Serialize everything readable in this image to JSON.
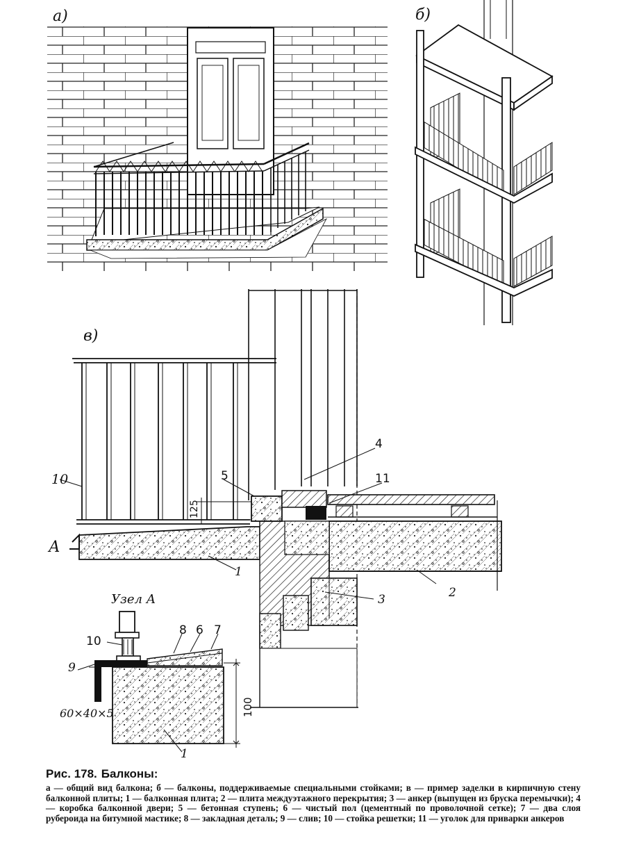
{
  "panels": {
    "a": "а)",
    "b": "б)",
    "c": "в)"
  },
  "node_title": "Узел А",
  "section_mark": "А",
  "callouts": {
    "n1": "1",
    "n2": "2",
    "n3": "3",
    "n4": "4",
    "n5": "5",
    "n10": "10",
    "n11": "11",
    "d125": "125",
    "detail_n10": "10",
    "detail_n8": "8",
    "detail_n6": "6",
    "detail_n7": "7",
    "detail_n9": "9",
    "detail_n1": "1",
    "detail_d100": "100",
    "angle_size": "60×40×5"
  },
  "caption": {
    "figure_no": "Рис. 178.",
    "title": "Балконы:",
    "legend": "а — общий вид балкона; б — балконы, поддерживаемые специальными стойками; в — пример заделки в кирпичную стену балконной плиты; 1 — балконная плита; 2 — плита междуэтажного перекрытия; 3 — анкер (выпущен из бруска перемычки); 4 — коробка балконной двери; 5 — бетонная ступень; 6 — чистый пол (цементный по проволочной сетке); 7 — два слоя рубероида на битумной мастике; 8 — закладная деталь; 9 — слив; 10 — стойка решетки; 11 — уголок для приварки анкеров"
  }
}
